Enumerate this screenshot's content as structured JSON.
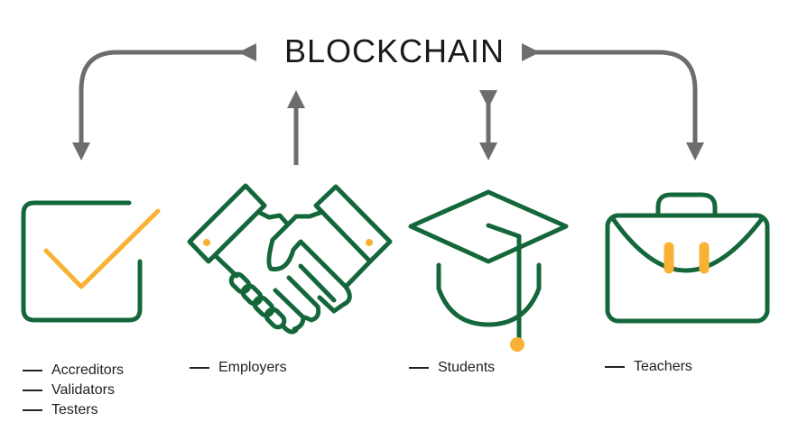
{
  "title": "BLOCKCHAIN",
  "colors": {
    "green": "#14673a",
    "orange": "#f8b133",
    "arrow": "#6d6d6e"
  },
  "groups": [
    {
      "icon": "checkbox-icon",
      "labels": [
        "Accreditors",
        "Validators",
        "Testers"
      ]
    },
    {
      "icon": "handshake-icon",
      "labels": [
        "Employers"
      ]
    },
    {
      "icon": "graduation-cap-icon",
      "labels": [
        "Students"
      ]
    },
    {
      "icon": "briefcase-icon",
      "labels": [
        "Teachers"
      ]
    }
  ]
}
